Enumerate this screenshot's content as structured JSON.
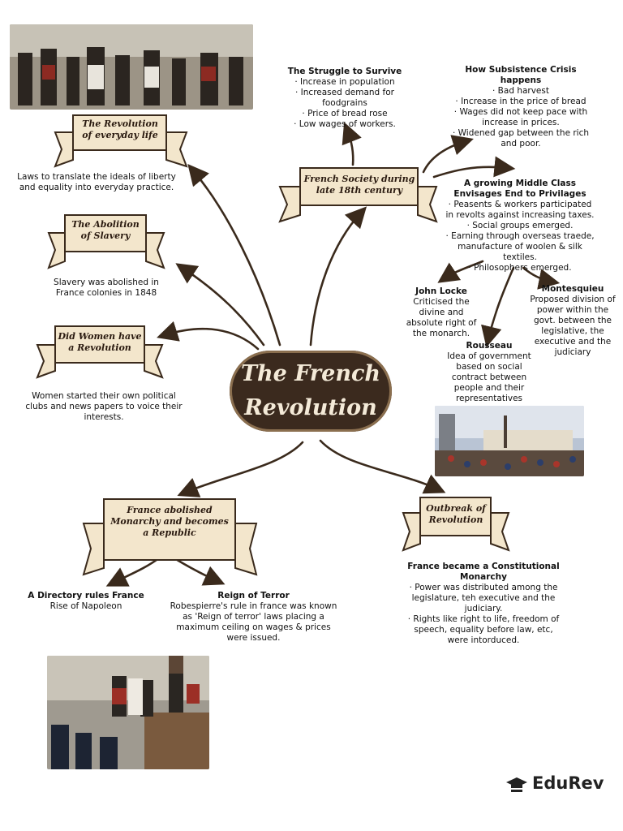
{
  "title": "The French Revolution",
  "banners": {
    "everyday": "The Revolution of everyday life",
    "slavery": "The Abolition of Slavery",
    "women": "Did Women have a Revolution",
    "society": "French Society during late 18th century",
    "monarchy": "France abolished Monarchy and becomes a Republic",
    "outbreak": "Outbreak of Revolution"
  },
  "notes": {
    "everyday": "Laws to translate the ideals of liberty and equality into everyday practice.",
    "slavery": "Slavery was abolished in France colonies in 1848",
    "women": "Women started their own political clubs and news papers to voice their interests."
  },
  "struggle": {
    "heading": "The Struggle to Survive",
    "items": [
      "· Increase in population",
      "· Increased demand for foodgrains",
      "· Price of bread rose",
      "· Low wages of workers."
    ]
  },
  "subsistence": {
    "heading": "How Subsistence Crisis happens",
    "items": [
      "· Bad harvest",
      "· Increase in the price of bread",
      "· Wages did not keep pace with increase in prices.",
      "· Widened gap between the rich and poor."
    ]
  },
  "middle_class": {
    "heading": "A growing Middle Class Envisages End to Privilages",
    "items": [
      "· Peasents & workers participated in revolts against increasing taxes.",
      "· Social groups emerged.",
      "· Earning through overseas traede, manufacture of woolen & silk textiles.",
      "· Philosophers emerged."
    ]
  },
  "locke": {
    "heading": "John Locke",
    "text": "Criticised the divine and absolute right of the monarch."
  },
  "rousseau": {
    "heading": "Rousseau",
    "text": "Idea of government based on social contract between people and their representatives"
  },
  "montesquieu": {
    "heading": "Montesquieu",
    "text": "Proposed division of power within the govt. between the legislative, the executive and the judiciary"
  },
  "directory": {
    "heading": "A Directory rules France",
    "text": "Rise of Napoleon"
  },
  "terror": {
    "heading": "Reign of Terror",
    "text": "Robespierre's rule in france was known as 'Reign of terror' laws placing a maximum ceiling on wages & prices were issued."
  },
  "constitutional": {
    "heading": "France became a Constitutional Monarchy",
    "items": [
      "· Power was distributed among the legislature, teh executive and the judiciary.",
      "· Rights like right to life, freedom of speech, equality before law, etc, were intorduced."
    ]
  },
  "brand": "EduRev",
  "colors": {
    "banner_fill": "#f3e6cc",
    "banner_stroke": "#3a2a1c",
    "badge": "#3b2a1e",
    "arrow": "#3a2a1c"
  }
}
